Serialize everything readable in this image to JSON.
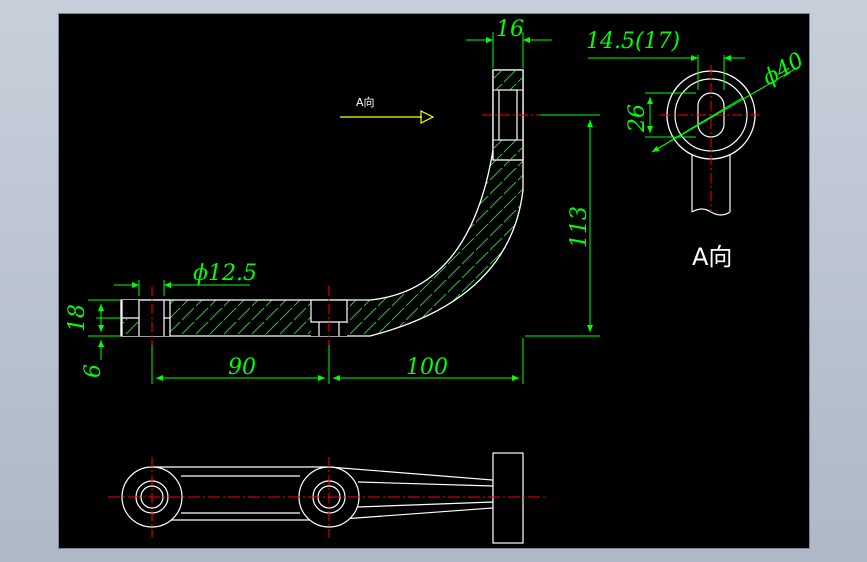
{
  "dimensions": {
    "width_top": "16",
    "eye_width": "14.5(17)",
    "eye_diameter": "ϕ40",
    "eye_slot": "26",
    "height": "113",
    "hole_diameter": "ϕ12.5",
    "base_thickness": "18",
    "base_step": "6",
    "span_left": "90",
    "span_right": "100"
  },
  "labels": {
    "view_a_arrow": "A向",
    "view_a_title": "A向"
  },
  "colors": {
    "background": "#000000",
    "outline": "#ffffff",
    "dimension": "#00ff00",
    "centerline": "#ff0000",
    "hatch": "#00ff00",
    "arrow": "#ffff00"
  }
}
